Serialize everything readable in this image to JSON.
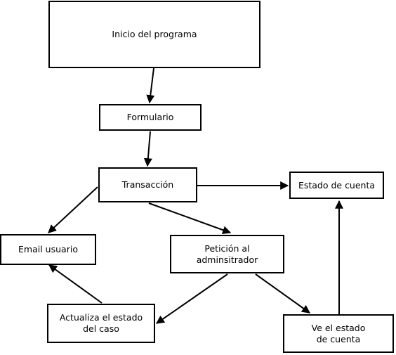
{
  "diagram": {
    "nodes": {
      "inicio": "Inicio del programa",
      "formulario": "Formulario",
      "transaccion": "Transacción",
      "estado_cuenta": "Estado de cuenta",
      "email_usuario": "Email usuario",
      "peticion": "Petición al\nadminsitrador",
      "actualiza": "Actualiza el estado\ndel caso",
      "ve_estado": "Ve el estado\nde cuenta"
    },
    "edges": [
      {
        "from": "inicio",
        "to": "formulario"
      },
      {
        "from": "formulario",
        "to": "transaccion"
      },
      {
        "from": "transaccion",
        "to": "estado_cuenta"
      },
      {
        "from": "transaccion",
        "to": "email_usuario"
      },
      {
        "from": "transaccion",
        "to": "peticion"
      },
      {
        "from": "peticion",
        "to": "actualiza"
      },
      {
        "from": "peticion",
        "to": "ve_estado"
      },
      {
        "from": "actualiza",
        "to": "email_usuario"
      },
      {
        "from": "ve_estado",
        "to": "estado_cuenta"
      }
    ],
    "colors": {
      "stroke": "#000000",
      "fill": "#ffffff"
    }
  }
}
